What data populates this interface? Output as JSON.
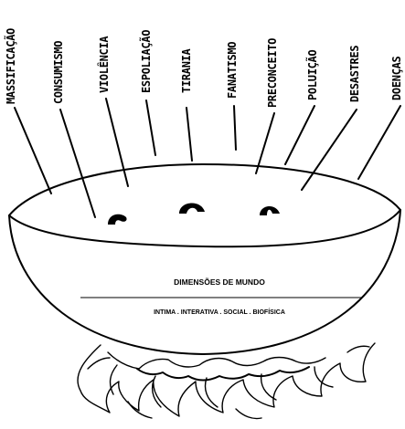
{
  "labels": [
    "MASSIFICAÇÃO",
    "CONSUMISMO",
    "VIOLÊNCIA",
    "ESPOLIAÇÃO",
    "TIRANIA",
    "FANATISMO",
    "PRECONCEITO",
    "POLUIÇÃO",
    "DESASTRES",
    "DOENÇAS"
  ],
  "bowl": {
    "title": "DIMENSÕES DE MUNDO",
    "subtitle": "INTIMA . INTERATIVA . SOCIAL . BIOFÍSICA"
  }
}
